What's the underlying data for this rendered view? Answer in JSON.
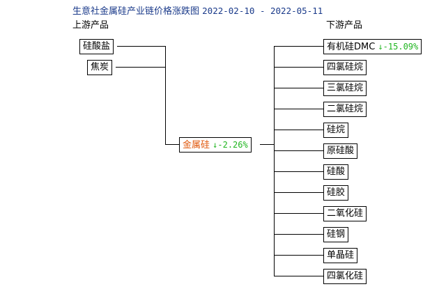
{
  "title": {
    "text": "生意社金属硅产业链价格涨跌图",
    "dates": "2022-02-10 - 2022-05-11"
  },
  "upstream": {
    "label": "上游产品",
    "items": [
      {
        "name": "硅酸盐"
      },
      {
        "name": "焦炭"
      }
    ]
  },
  "center": {
    "name": "金属硅",
    "change": "↓-2.26%",
    "change_color": "#1fb51f",
    "name_color": "#e0580c"
  },
  "downstream": {
    "label": "下游产品",
    "items": [
      {
        "name": "有机硅DMC",
        "change": "↓-15.09%"
      },
      {
        "name": "四氯硅烷"
      },
      {
        "name": "三氯硅烷"
      },
      {
        "name": "二氯硅烷"
      },
      {
        "name": "硅烷"
      },
      {
        "name": "原硅酸"
      },
      {
        "name": "硅酸"
      },
      {
        "name": "硅胶"
      },
      {
        "name": "二氧化硅"
      },
      {
        "name": "硅钢"
      },
      {
        "name": "单晶硅"
      },
      {
        "name": "四氯化硅"
      }
    ]
  }
}
